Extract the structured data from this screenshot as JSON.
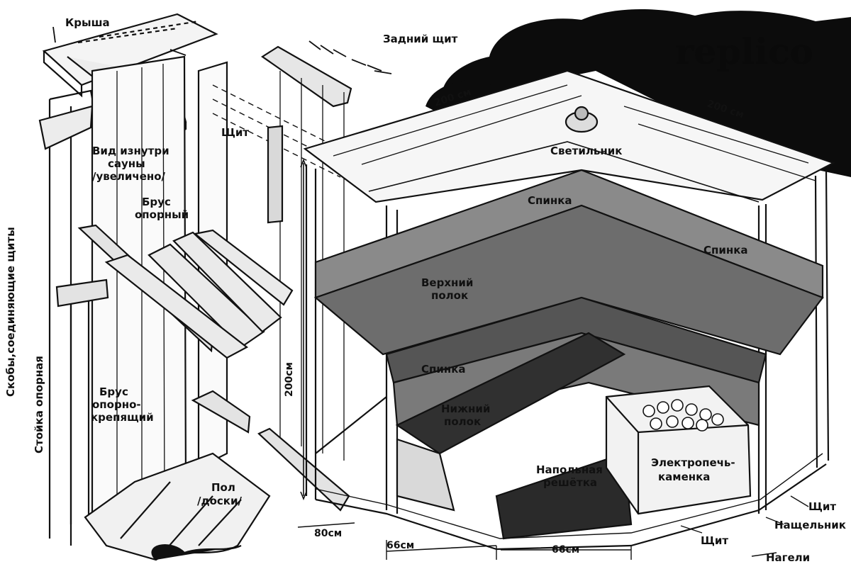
{
  "watermark": "replico",
  "labels": {
    "roof": "Крыша",
    "back_panel": "Задний щит",
    "inside_view_1": "Вид изнутри",
    "inside_view_2": "сауны",
    "inside_view_3": "/увеличено/",
    "panel": "Щит",
    "support_beam_1": "Брус",
    "support_beam_2": "опорный",
    "brackets": "Скобы,соединяющие щиты",
    "support_post": "Стойка опорная",
    "fastening_beam_1": "Брус",
    "fastening_beam_2": "опорно-",
    "fastening_beam_3": "крепящий",
    "floor_1": "Пол",
    "floor_2": "/доски/",
    "lamp": "Светильник",
    "backrest_top_left": "Спинка",
    "backrest_top_right": "Спинка",
    "upper_shelf_1": "Верхний",
    "upper_shelf_2": "полок",
    "backrest_lower": "Спинка",
    "lower_shelf_1": "Нижний",
    "lower_shelf_2": "полок",
    "floor_grate_1": "Напольная",
    "floor_grate_2": "решётка",
    "stove_1": "Электропечь-",
    "stove_2": "каменка",
    "panel_front_right": "Щит",
    "trim_strip": "Нащельник",
    "panel_front": "Щит",
    "pegs": "Нагели"
  },
  "dimensions": {
    "width_left": "200 см",
    "width_right": "200 см",
    "height": "200см",
    "depth_80": "80см",
    "depth_66_left": "66см",
    "depth_66_right": "66см"
  }
}
